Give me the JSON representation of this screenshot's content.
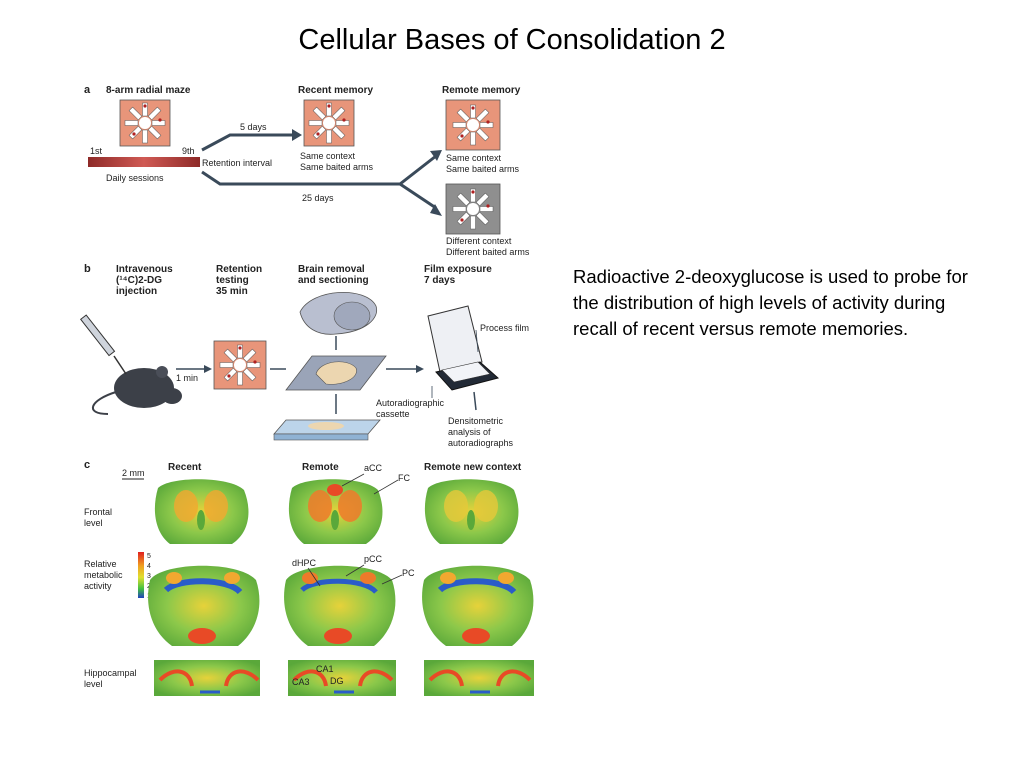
{
  "slide": {
    "title": "Cellular Bases of Consolidation 2",
    "body": "Radioactive 2-deoxyglucose is used to probe for the distribution of high levels of activity during recall of recent versus remote memories."
  },
  "figure": {
    "panel_a": {
      "letter": "a",
      "maze_title": "8-arm radial maze",
      "first": "1st",
      "ninth": "9th",
      "daily": "Daily sessions",
      "retention": "Retention interval",
      "days5": "5 days",
      "days25": "25 days",
      "recent_title": "Recent memory",
      "recent_l1": "Same context",
      "recent_l2": "Same baited arms",
      "remote_title": "Remote memory",
      "remote_l1": "Same context",
      "remote_l2": "Same baited arms",
      "diff_l1": "Different context",
      "diff_l2": "Different baited arms"
    },
    "panel_b": {
      "letter": "b",
      "step1_l1": "Intravenous",
      "step1_l2": "(¹⁴C)2-DG",
      "step1_l3": "injection",
      "step2_l1": "Retention",
      "step2_l2": "testing",
      "step2_l3": "35 min",
      "step3_l1": "Brain removal",
      "step3_l2": "and sectioning",
      "step4_l1": "Film exposure",
      "step4_l2": "7 days",
      "one_min": "1 min",
      "process_film": "Process film",
      "cassette_l1": "Autoradiographic",
      "cassette_l2": "cassette",
      "densi_l1": "Densitometric",
      "densi_l2": "analysis of",
      "densi_l3": "autoradiographs"
    },
    "panel_c": {
      "letter": "c",
      "scale": "2 mm",
      "col_recent": "Recent",
      "col_remote": "Remote",
      "col_remote_new": "Remote new context",
      "row_frontal_l1": "Frontal",
      "row_frontal_l2": "level",
      "row_rel_l1": "Relative",
      "row_rel_l2": "metabolic",
      "row_rel_l3": "activity",
      "row_hip_l1": "Hippocampal",
      "row_hip_l2": "level",
      "scale_values": [
        "5",
        "4",
        "3",
        "2",
        "1"
      ],
      "acc": "aCC",
      "fc": "FC",
      "dhpc": "dHPC",
      "pcc": "pCC",
      "pc": "PC",
      "ca1": "CA1",
      "ca3": "CA3",
      "dg": "DG"
    },
    "colors": {
      "maze_bg": "#e8957a",
      "maze_grey": "#8f8f8f",
      "bar_red": "#b83a36",
      "arrow": "#3a4a5a",
      "brain_green": "#7cc84a",
      "brain_yellow": "#e6d23a",
      "brain_red": "#e84a26",
      "brain_blue": "#2a5cc8"
    }
  }
}
